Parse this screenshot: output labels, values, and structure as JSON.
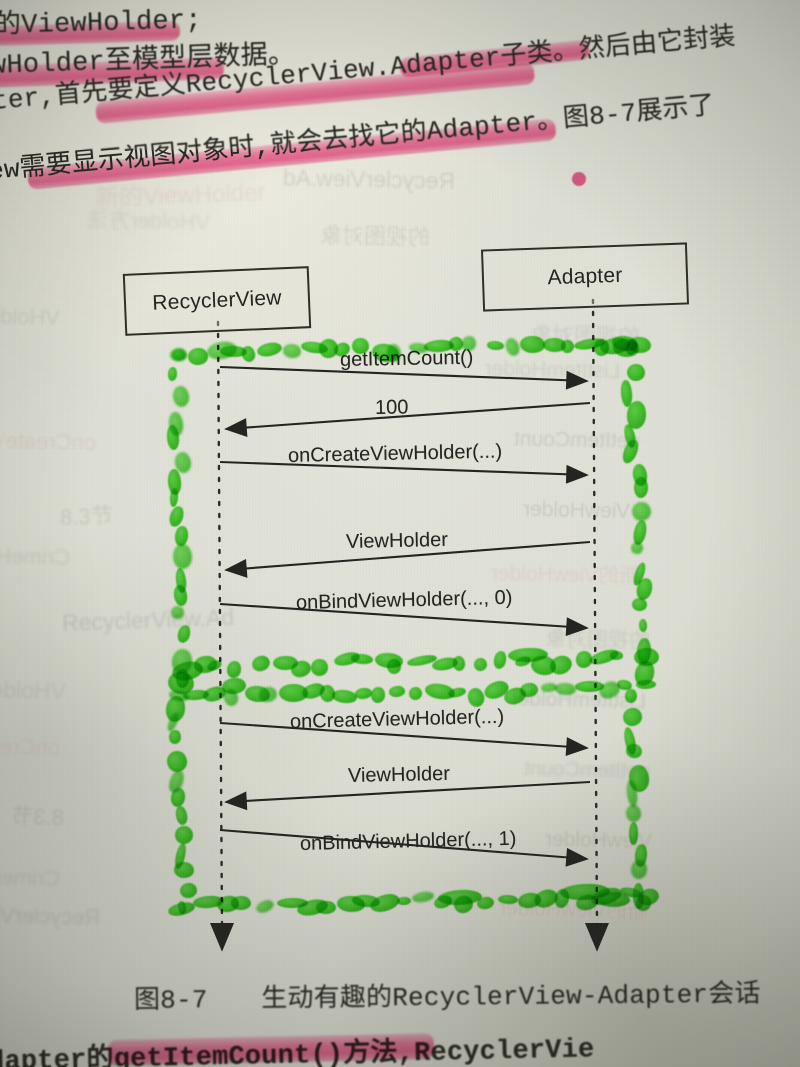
{
  "page": {
    "medium": "photograph-of-printed-book-page",
    "paper_color": "#d9dad0",
    "ink_color": "#26251f",
    "pink_highlighter_color": "#f35694",
    "green_highlighter_color": "#3fd225"
  },
  "body_text": {
    "lines": [
      {
        "id": "l1",
        "text": "的ViewHolder;"
      },
      {
        "id": "l2",
        "text": "wHolder至模型层数据。"
      },
      {
        "id": "l3a",
        "text": "ter,首先要定义RecyclerView.Adapter子类。然后由它封装"
      },
      {
        "id": "l4a",
        "text": "ew需要显示视图对象时,就会去找它的Adapter。图8-7展示了"
      }
    ]
  },
  "bottom_text": {
    "line": "dapter的getItemCount()方法,RecyclerVie"
  },
  "diagram": {
    "type": "uml-sequence-diagram",
    "participants": [
      {
        "id": "recyclerview",
        "label": "RecyclerView"
      },
      {
        "id": "adapter",
        "label": "Adapter"
      }
    ],
    "messages": [
      {
        "index": 1,
        "label": "getItemCount()",
        "from": "recyclerview",
        "to": "adapter",
        "direction": "right"
      },
      {
        "index": 2,
        "label": "100",
        "from": "adapter",
        "to": "recyclerview",
        "direction": "left"
      },
      {
        "index": 3,
        "label": "onCreateViewHolder(...)",
        "from": "recyclerview",
        "to": "adapter",
        "direction": "right"
      },
      {
        "index": 4,
        "label": "ViewHolder",
        "from": "adapter",
        "to": "recyclerview",
        "direction": "left"
      },
      {
        "index": 5,
        "label": "onBindViewHolder(..., 0)",
        "from": "recyclerview",
        "to": "adapter",
        "direction": "right"
      },
      {
        "index": 6,
        "label": "onCreateViewHolder(...)",
        "from": "recyclerview",
        "to": "adapter",
        "direction": "right"
      },
      {
        "index": 7,
        "label": "ViewHolder",
        "from": "adapter",
        "to": "recyclerview",
        "direction": "left"
      },
      {
        "index": 8,
        "label": "onBindViewHolder(..., 1)",
        "from": "recyclerview",
        "to": "adapter",
        "direction": "right"
      }
    ],
    "annotations": [
      {
        "id": "green-box-1",
        "kind": "handwritten-highlighter-rectangle",
        "color": "#3fd225",
        "encloses": "messages 1-5"
      },
      {
        "id": "green-box-2",
        "kind": "handwritten-highlighter-rectangle",
        "color": "#3fd225",
        "encloses": "messages 6-8"
      }
    ]
  },
  "caption": {
    "figure_number": "图8-7",
    "text": "生动有趣的RecyclerView-Adapter会话"
  },
  "ghost_text": {
    "items": [
      "新的ViewHolder",
      "RecyclerView.Ad",
      "的视图对象",
      "VHolder方法",
      "ListItemHolder",
      "onCreateViewHolder",
      "getItemCount",
      "8.3节",
      "ViewHolder",
      "CrimeHolder"
    ]
  }
}
